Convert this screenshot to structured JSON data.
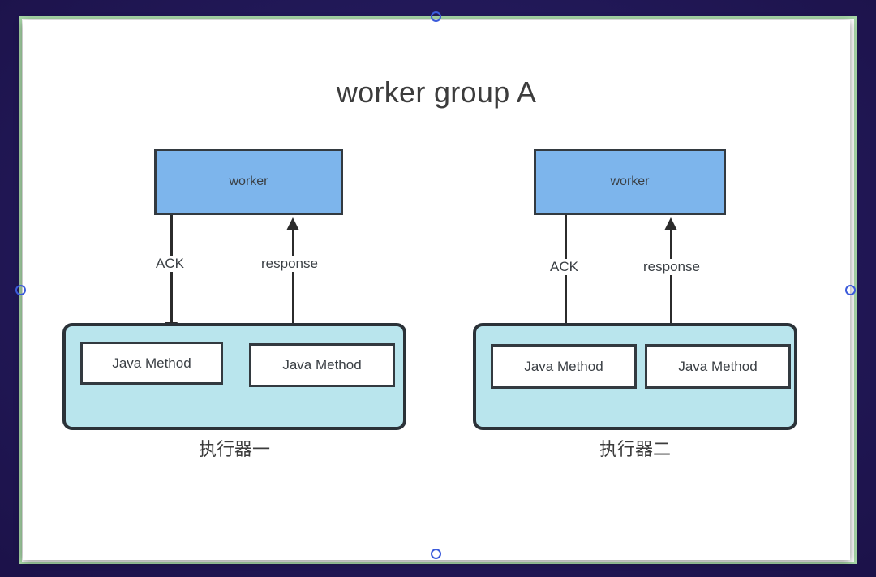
{
  "canvas": {
    "background_color": "#231a5c",
    "sheet_color": "#ffffff",
    "selection_border_color": "#a8d8a8",
    "handle_color": "#3b5bdb"
  },
  "diagram": {
    "title": "worker group A",
    "colors": {
      "worker_fill": "#7db5ec",
      "executor_fill": "#b9e5ed",
      "method_fill": "#ffffff",
      "stroke": "#333a40",
      "text": "#3a3f44"
    },
    "groups": [
      {
        "id": "left",
        "worker_label": "worker",
        "caption": "执行器一",
        "arrows": [
          {
            "label": "ACK",
            "direction": "down"
          },
          {
            "label": "response",
            "direction": "up"
          }
        ],
        "methods": [
          {
            "label": "Java Method"
          },
          {
            "label": "Java Method"
          }
        ]
      },
      {
        "id": "right",
        "worker_label": "worker",
        "caption": "执行器二",
        "arrows": [
          {
            "label": "ACK",
            "direction": "down"
          },
          {
            "label": "response",
            "direction": "up"
          }
        ],
        "methods": [
          {
            "label": "Java Method"
          },
          {
            "label": "Java Method"
          }
        ]
      }
    ]
  }
}
